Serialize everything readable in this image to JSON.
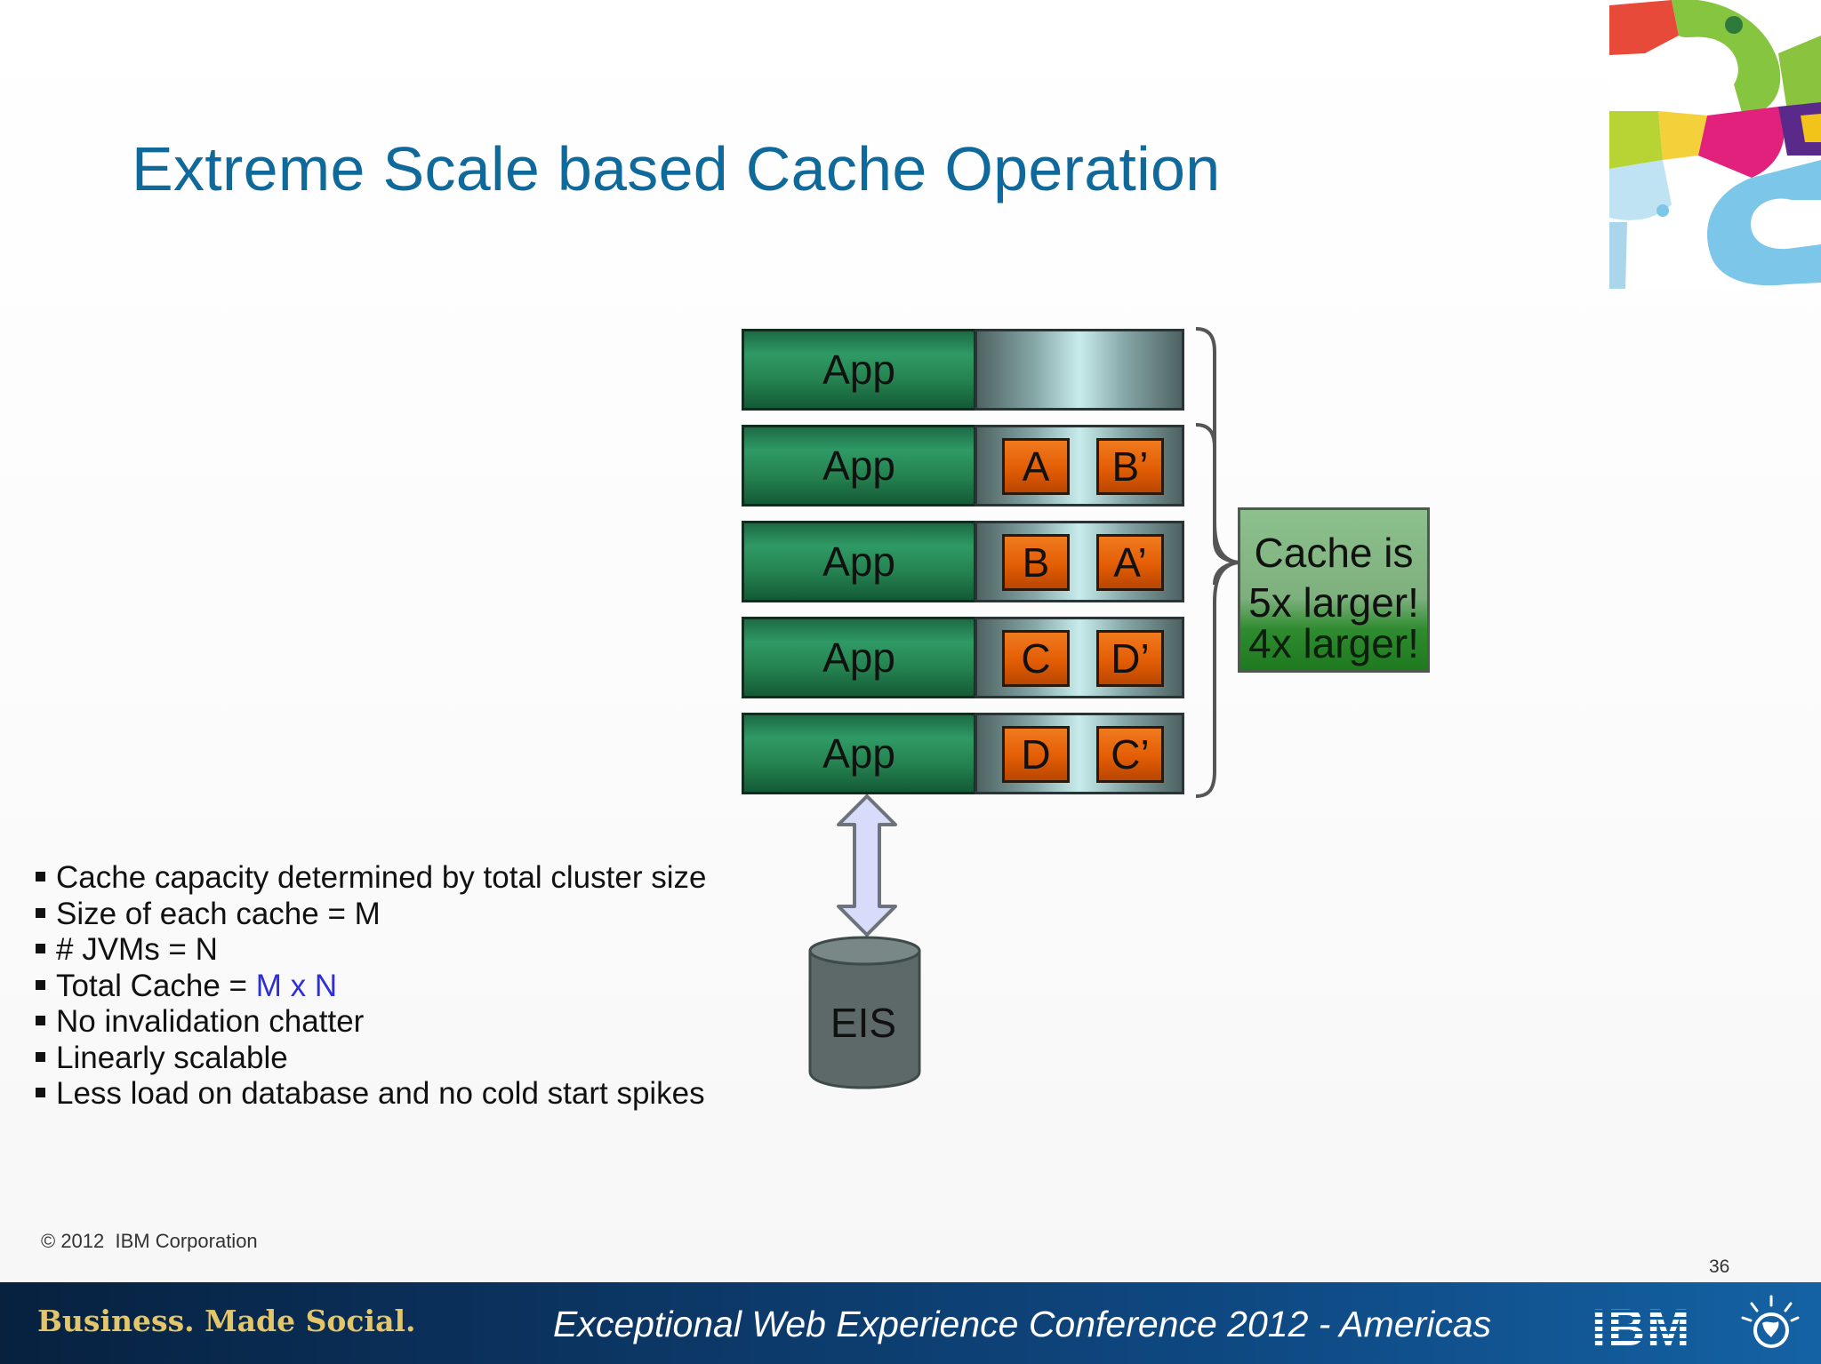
{
  "slide": {
    "title": "Extreme Scale based Cache Operation",
    "page_number": "36",
    "copyright": "© 2012  IBM Corporation"
  },
  "diagram": {
    "rows": [
      {
        "app": "App",
        "shards": []
      },
      {
        "app": "App",
        "shards": [
          "A",
          "B’"
        ]
      },
      {
        "app": "App",
        "shards": [
          "B",
          "A’"
        ]
      },
      {
        "app": "App",
        "shards": [
          "C",
          "D’"
        ]
      },
      {
        "app": "App",
        "shards": [
          "D",
          "C’"
        ]
      }
    ],
    "callout_line1": "Cache is",
    "callout_line2": "5x larger!",
    "callout_under": "4x larger!",
    "database_label": "EIS"
  },
  "bullets": [
    {
      "text": "Cache capacity determined by total cluster size"
    },
    {
      "text": "Size of each cache = M"
    },
    {
      "text": "# JVMs = N"
    },
    {
      "text": "Total Cache = ",
      "highlight": "M x N"
    },
    {
      "text": "No invalidation chatter"
    },
    {
      "text": "Linearly scalable"
    },
    {
      "text": "Less load on database and no cold start spikes"
    }
  ],
  "footer": {
    "tagline": "Business. Made Social.",
    "conference": "Exceptional Web Experience Conference 2012 - Americas",
    "logo": "IBM"
  },
  "colors": {
    "title": "#0f6a9b",
    "app_green": "#24814f",
    "shard_orange": "#e35d05",
    "highlight_blue": "#2f2fd6",
    "footer_navy": "#0b335f"
  }
}
